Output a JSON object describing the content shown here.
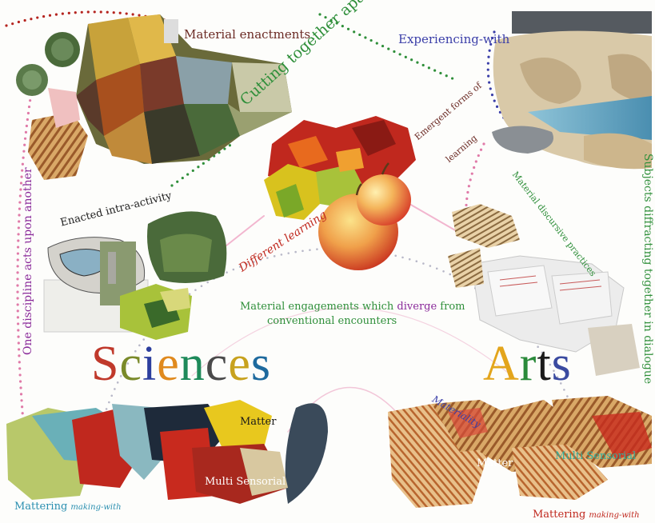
{
  "labels": {
    "material_enactments": "Material enactments",
    "experiencing_with": "Experiencing-with",
    "cutting_together_apart": "Cutting together apart",
    "emergent_forms_line1": "Emergent forms of",
    "emergent_forms_line2": "learning",
    "enacted_intra_activity": "Enacted intra-activity",
    "different_learning": "Different learning",
    "material_discursive": "Material discursive practices",
    "engagements_part1": "Material engagements which ",
    "engagements_diverge": "diverge",
    "engagements_part2": " from",
    "engagements_line2": "conventional encounters",
    "one_discipline": "One discipline acts upon another",
    "subjects_diffracting": "Subjects diffracting together in dialogue",
    "materiality": "Materiality",
    "matter_left": "Matter",
    "multi_sensorial_left": "Multi Sensorial",
    "matter_right": "Matter",
    "multi_sensorial_right": "Multi Sensorial",
    "mattering_left": "Mattering",
    "making_with_left": "making-with",
    "mattering_right": "Mattering",
    "making_with_right": "making-with"
  },
  "sciences_letters": [
    {
      "ch": "S",
      "color": "#c0392b"
    },
    {
      "ch": "c",
      "color": "#7a8a2a"
    },
    {
      "ch": "i",
      "color": "#2c3e9e"
    },
    {
      "ch": "e",
      "color": "#e08a1e"
    },
    {
      "ch": "n",
      "color": "#1e8a5a"
    },
    {
      "ch": "c",
      "color": "#4a4a4a"
    },
    {
      "ch": "e",
      "color": "#c8a21e"
    },
    {
      "ch": "s",
      "color": "#1e6a9e"
    }
  ],
  "arts_letters": [
    {
      "ch": "A",
      "color": "#e3a51c"
    },
    {
      "ch": "r",
      "color": "#2a8a3a"
    },
    {
      "ch": "t",
      "color": "#1a1a1a"
    },
    {
      "ch": "s",
      "color": "#3a4aa0"
    }
  ],
  "colors": {
    "dot_red": "#b5241f",
    "dot_green": "#2f8f3a",
    "dot_blue": "#3a3ea8",
    "dot_pink": "#e07aa8",
    "dot_grey": "#b8b8c8",
    "text_brown": "#6b2a24",
    "text_green": "#2f8f3a",
    "text_purple": "#8a2a9a",
    "text_orange": "#d28a18",
    "text_blue": "#3a3ea8",
    "text_teal": "#2a8fb0"
  }
}
